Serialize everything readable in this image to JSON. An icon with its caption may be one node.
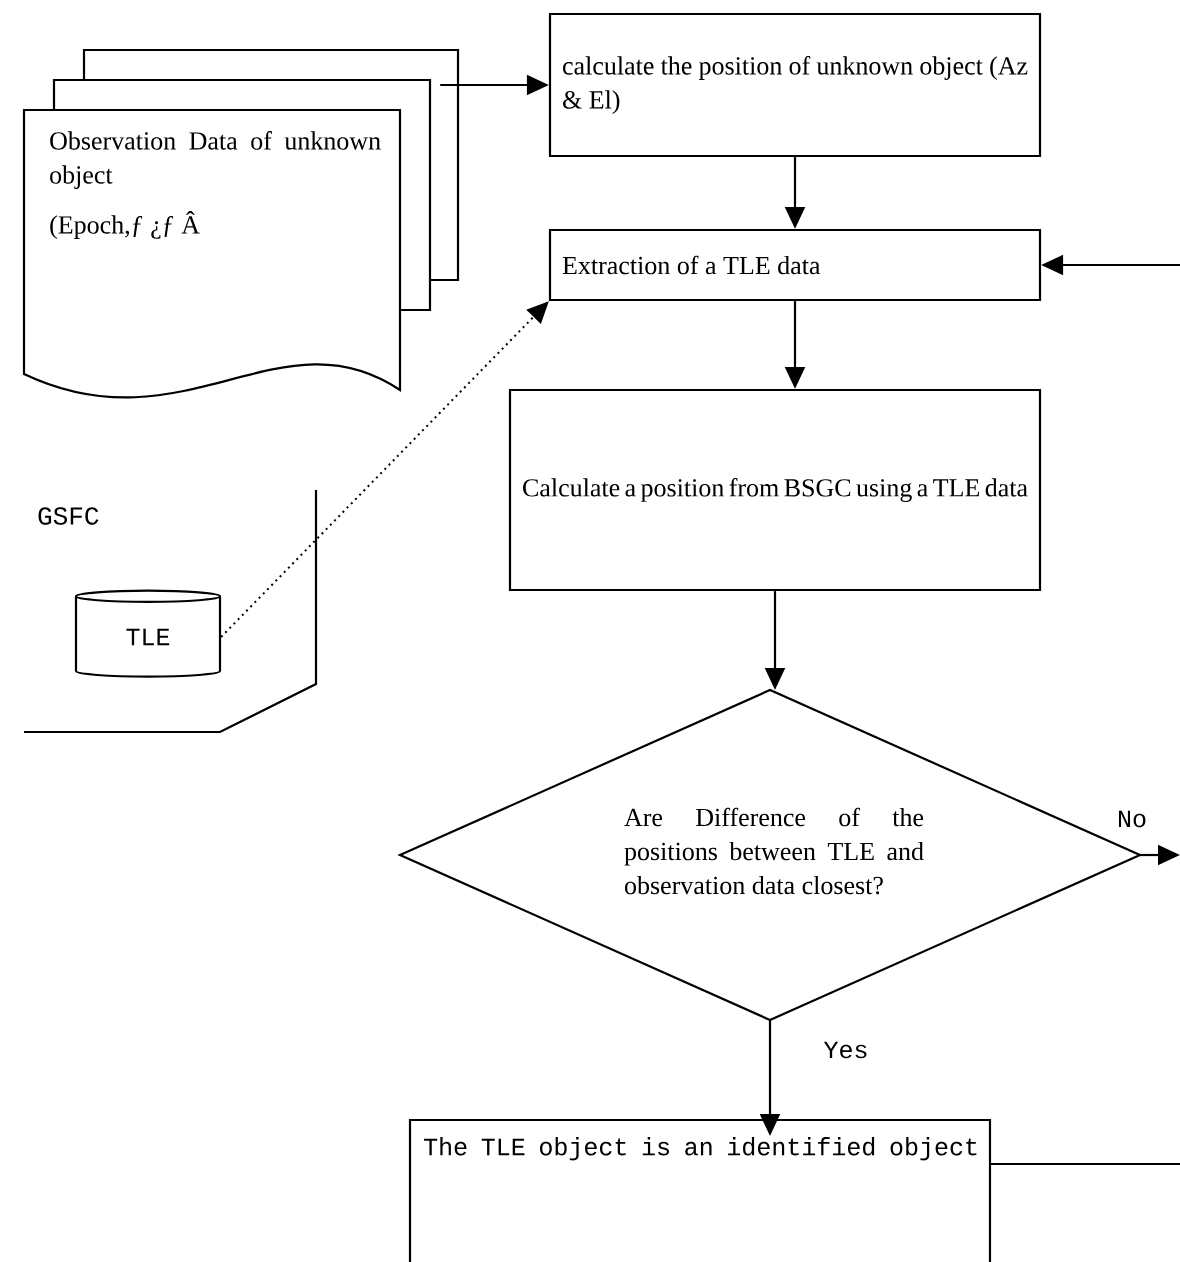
{
  "diagram": {
    "nodes": [
      {
        "text": [
          "Observation Data of unknown object",
          "(Epoch,ƒ ¿ƒ Â"
        ]
      },
      {
        "text": [
          "calculate the position of unknown object (Az & El)"
        ]
      },
      {
        "text": [
          "Extraction of a TLE data"
        ]
      },
      {
        "text": [
          "Calculate a position from BSGC using a TLE data"
        ]
      },
      {
        "text": [
          "TLE"
        ]
      },
      {
        "text": [
          "Are Difference of the positions between TLE and observation data closest?"
        ]
      },
      {
        "text": [
          "The TLE object is an identified object"
        ]
      }
    ],
    "edges": [
      {
        "from": 0,
        "to": 1,
        "arrow": "to"
      },
      {
        "from": 1,
        "to": 2,
        "arrow": "to"
      },
      {
        "from": null,
        "to": 2,
        "arrow": "to"
      },
      {
        "from": 4,
        "to": 2,
        "arrow": "to",
        "style": "dashed"
      },
      {
        "from": 2,
        "to": 3,
        "arrow": "to"
      },
      {
        "from": 3,
        "to": 5,
        "arrow": "to"
      },
      {
        "from": 5,
        "to": null,
        "arrow": "to",
        "label": "No"
      },
      {
        "from": 5,
        "to": 6,
        "arrow": "to",
        "label": "Yes"
      },
      {
        "from": 6,
        "to": null,
        "arrow": "none"
      }
    ],
    "labels": [
      "GSFC"
    ]
  }
}
